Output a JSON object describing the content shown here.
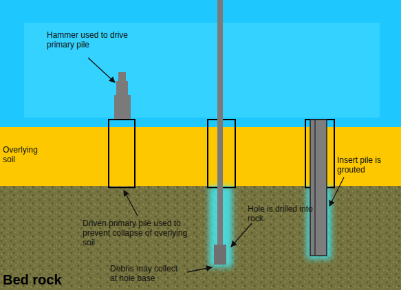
{
  "diagram": {
    "labels": [
      "Hammer used to drive primary pile",
      "Overlying soil",
      "Driven primary pile used to prevent collapse of overlying soil",
      "Hole is drilled into rock",
      "Debris may collect at hole base",
      "Insert pile is grouted",
      "Bed rock"
    ]
  }
}
